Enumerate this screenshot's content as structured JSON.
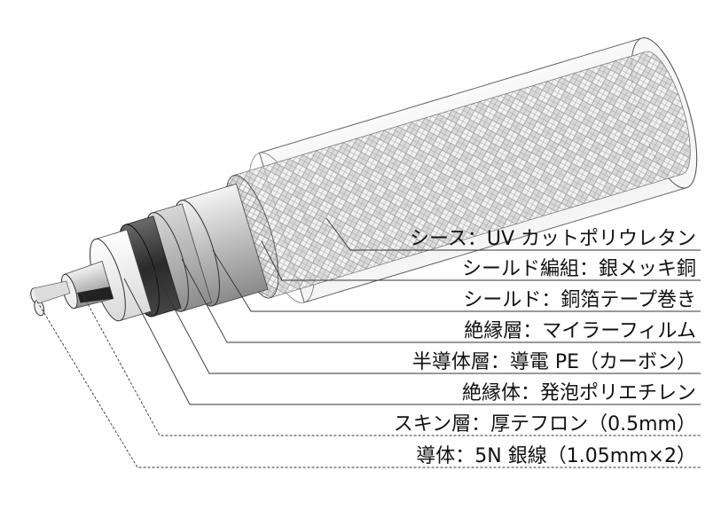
{
  "labels": [
    "シース：UV カットポリウレタン",
    "シールド編組：銀メッキ銅",
    "シールド：銅箔テープ巻き",
    "絶縁層：マイラーフィルム",
    "半導体層：導電 PE（カーボン）",
    "絶縁体：発泡ポリエチレン",
    "スキン層：厚テフロン（0.5mm）",
    "導体：5N 銀線（1.05mm×2）"
  ]
}
